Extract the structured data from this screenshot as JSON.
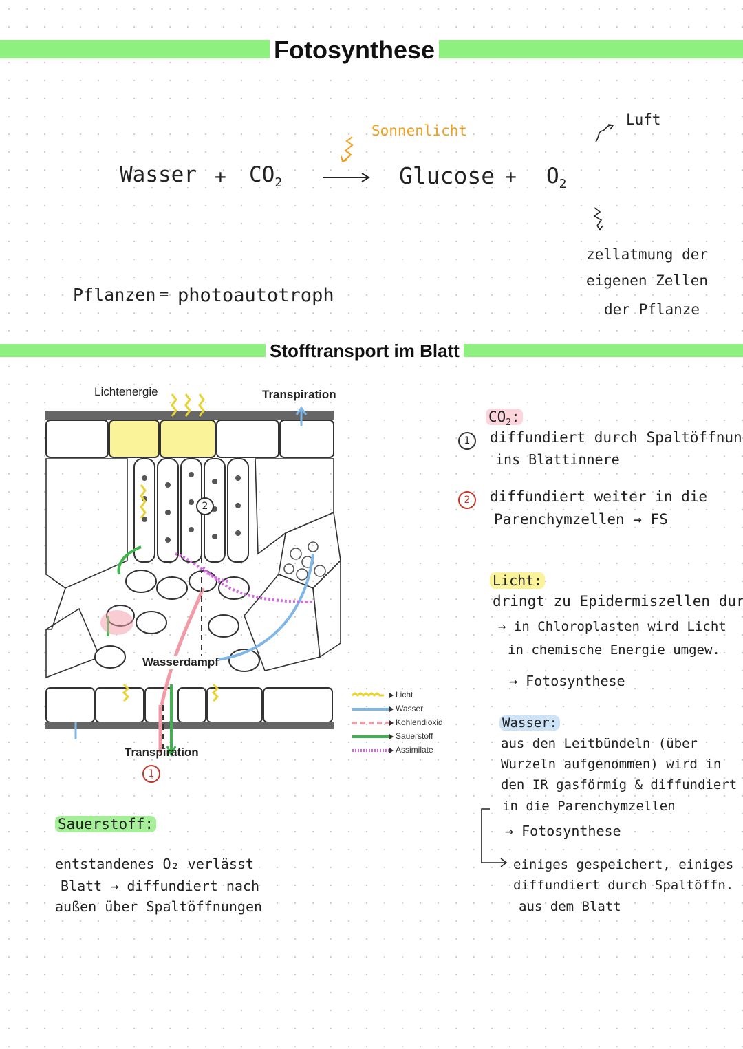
{
  "photosynthesis": {
    "title": "Fotosynthese",
    "light": "Sonnenlicht",
    "reactant1": "Wasser",
    "plus1": "+",
    "reactant2": "CO",
    "reactant2_sub": "2",
    "product1": "Glucose",
    "plus2": "+",
    "product2": "O",
    "product2_sub": "2",
    "air": "Luft",
    "respiration_line1": "zellatmung der",
    "respiration_line2": "eigenen Zellen",
    "respiration_line3": "der Pflanze",
    "plants": "Pflanzen",
    "equals": "=",
    "type": "photoautotroph"
  },
  "transport": {
    "title": "Stofftransport im Blatt",
    "figure": {
      "label_light": "Lichtenergie",
      "label_transpiration_top": "Transpiration",
      "label_vapor": "Wasserdampf",
      "label_transpiration_bottom": "Transpiration",
      "marker_one": "1",
      "marker_two": "2"
    },
    "legend": [
      {
        "label": "Licht",
        "color": "#f2e640"
      },
      {
        "label": "Wasser",
        "color": "#7fb6e6"
      },
      {
        "label": "Kohlendioxid",
        "color": "#f29aa6"
      },
      {
        "label": "Sauerstoff",
        "color": "#3cb64a"
      },
      {
        "label": "Assimilate",
        "color": "#d36be0"
      }
    ],
    "co2": {
      "heading": "CO",
      "heading_sub": "2",
      "colon": ":",
      "marker1": "1",
      "line1": "diffundiert durch Spaltöffnung",
      "line2": "ins Blattinnere",
      "marker2": "2",
      "line3": "diffundiert weiter in die",
      "line4": "Parenchymzellen → FS"
    },
    "light": {
      "heading": "Licht:",
      "line1": "dringt zu Epidermiszellen durch",
      "line2": "→ in Chloroplasten wird Licht",
      "line3": "in chemische Energie umgew.",
      "line4": "→ Fotosynthese"
    },
    "water": {
      "heading": "Wasser:",
      "line1": "aus den Leitbündeln (über",
      "line2": "Wurzeln aufgenommen) wird in",
      "line3": "den IR gasförmig & diffundiert",
      "line4": "in die Parenchymzellen",
      "line5": "→ Fotosynthese",
      "line6": "einiges gespeichert, einiges",
      "line7": "diffundiert durch Spaltöffn.",
      "line8": "aus dem Blatt"
    },
    "oxygen": {
      "heading": "Sauerstoff:",
      "line1": "entstandenes O₂ verlässt",
      "line2": "Blatt → diffundiert nach",
      "line3": "außen über Spaltöffnungen"
    }
  },
  "colors": {
    "band": "#8ef07f",
    "sun": "#f0a020",
    "hl_pink": "#fcd4dc",
    "hl_yellow": "#fbf39a",
    "hl_blue": "#cfe3f7",
    "hl_green": "#a4ef97"
  }
}
